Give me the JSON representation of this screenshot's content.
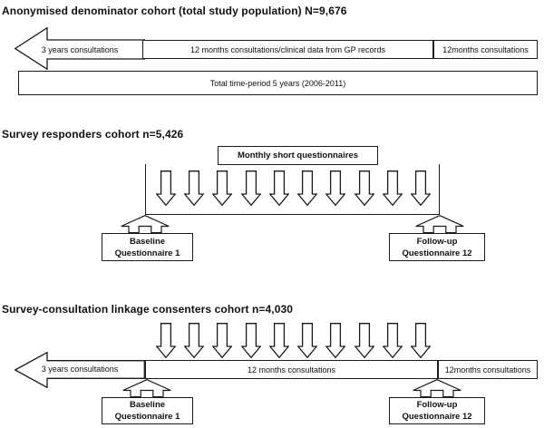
{
  "page": {
    "background": "#ffffff",
    "line_color": "#1a1a1a"
  },
  "denominator": {
    "title": "Anonymised denominator cohort (total study population) N=9,676",
    "timeline": {
      "left_segment": "3 years consultations",
      "middle_segment": "12 months consultations/clinical data from GP records",
      "right_segment": "12months consultations"
    },
    "total_period": "Total time-period 5 years (2006-2011)"
  },
  "responders": {
    "title": "Survey responders cohort n=5,426",
    "monthly_label": "Monthly short questionnaires",
    "monthly_arrow_count": 10,
    "baseline": {
      "line1": "Baseline",
      "line2": "Questionnaire 1"
    },
    "followup": {
      "line1": "Follow-up",
      "line2": "Questionnaire 12"
    }
  },
  "linkage": {
    "title": "Survey-consultation linkage consenters cohort n=4,030",
    "monthly_arrow_count": 10,
    "timeline": {
      "left_segment": "3 years consultations",
      "middle_segment": "12 months consultations",
      "right_segment": "12months consultations"
    },
    "baseline": {
      "line1": "Baseline",
      "line2": "Questionnaire 1"
    },
    "followup": {
      "line1": "Follow-up",
      "line2": "Questionnaire 12"
    }
  },
  "icons": {
    "down_arrow": "block-arrow-down",
    "up_arrow": "block-arrow-up-merge",
    "timeline_arrow": "block-arrow-left"
  }
}
